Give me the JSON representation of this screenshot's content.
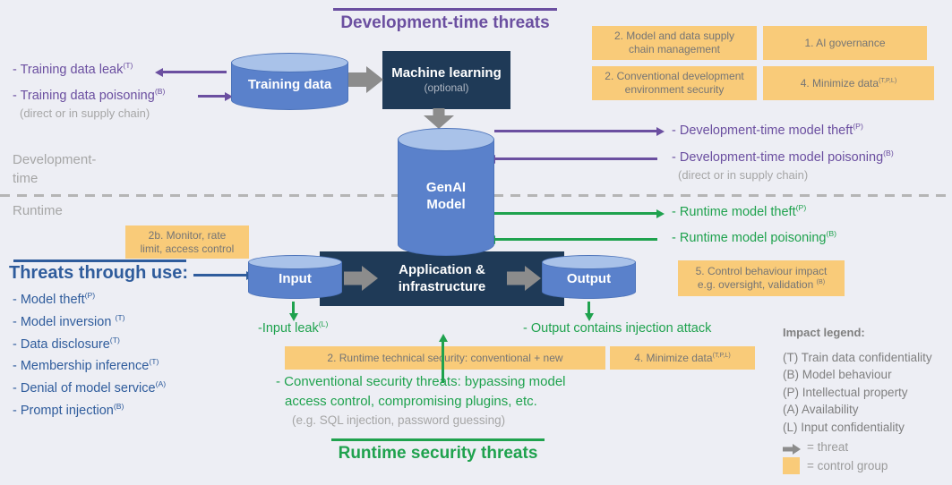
{
  "titles": {
    "dev_time": "Development-time threats",
    "runtime": "Runtime security threats",
    "threats_through_use": "Threats through use:"
  },
  "phases": {
    "dev_line1": "Development-",
    "dev_line2": "time",
    "runtime": "Runtime"
  },
  "nodes": {
    "training_data": "Training data",
    "machine_learning": "Machine learning",
    "machine_learning_note": "(optional)",
    "genai_line1": "GenAI",
    "genai_line2": "Model",
    "application_line1": "Application &",
    "application_line2": "infrastructure",
    "input": "Input",
    "output": "Output"
  },
  "dev_threats_left": {
    "leak": {
      "text": "- Training data leak",
      "sup": "(T)"
    },
    "poisoning": {
      "text": "- Training data poisoning",
      "sup": "(B)"
    },
    "note": "(direct or in supply chain)"
  },
  "dev_threats_right": {
    "theft": {
      "text": "- Development-time model theft",
      "sup": "(P)"
    },
    "poisoning": {
      "text": "- Development-time model poisoning",
      "sup": "(B)"
    },
    "note": "(direct or in supply chain)"
  },
  "runtime_threats_right": {
    "theft": {
      "text": "- Runtime model theft",
      "sup": "(P)"
    },
    "poisoning": {
      "text": "- Runtime model poisoning",
      "sup": "(B)"
    }
  },
  "threats_through_use": [
    {
      "text": "- Model theft",
      "sup": "(P)"
    },
    {
      "text": "- Model inversion ",
      "sup": "(T)"
    },
    {
      "text": "- Data disclosure",
      "sup": "(T)"
    },
    {
      "text": "- Membership inference",
      "sup": "(T)"
    },
    {
      "text": "- Denial of model service",
      "sup": "(A)"
    },
    {
      "text": "- Prompt injection",
      "sup": "(B)"
    }
  ],
  "runtime_io_threats": {
    "input_leak": {
      "text": "-Input leak",
      "sup": "(L)"
    },
    "output_injection": "- Output contains injection attack",
    "conventional_line1": "- Conventional security threats: bypassing model",
    "conventional_line2": "access control, compromising plugins, etc.",
    "conventional_note": "(e.g. SQL injection, password guessing)"
  },
  "controls": {
    "supply_chain_line1": "2. Model and data supply",
    "supply_chain_line2": "chain management",
    "ai_governance": "1. AI governance",
    "dev_env_line1": "2. Conventional development",
    "dev_env_line2": "environment security",
    "minimize_data_top": {
      "text": "4. Minimize data",
      "sup": "(T,P,L)"
    },
    "monitor_line1": "2b. Monitor, rate",
    "monitor_line2": "limit, access control",
    "behaviour_line1": "5. Control behaviour impact",
    "behaviour_line2": {
      "text": "e.g. oversight, validation ",
      "sup": "(B)"
    },
    "runtime_tech": "2. Runtime technical security: conventional +  new",
    "minimize_data_bottom": {
      "text": "4. Minimize data",
      "sup": "(T,P,L)"
    }
  },
  "legend": {
    "title": "Impact legend:",
    "items": [
      "(T) Train data confidentiality",
      "(B) Model behaviour",
      "(P) Intellectual property",
      "(A) Availability",
      "(L) Input confidentiality"
    ],
    "threat_label": "= threat",
    "control_label": "= control group"
  },
  "colors": {
    "purple": "#6B4FA0",
    "green": "#1FA24E",
    "blue": "#2F5C9C",
    "orange": "#F9CB79",
    "navy": "#1F3A57",
    "cylinder_blue": "#5A81CB",
    "cylinder_top": "#A9C2E9",
    "gray_text": "#A6A6A6",
    "arrow_gray": "#8C8C8C",
    "background": "#EDEEF4"
  }
}
